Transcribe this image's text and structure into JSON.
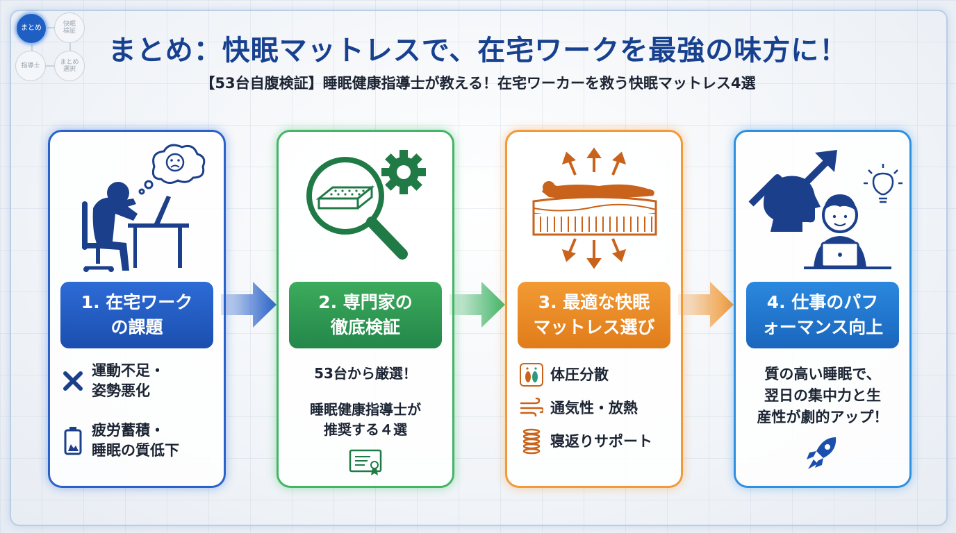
{
  "nav": {
    "items": [
      {
        "label": "まとめ",
        "active": true
      },
      {
        "label": "快眠\n検証",
        "active": false
      },
      {
        "label": "指導士",
        "active": false
      },
      {
        "label": "まとめ\n選択",
        "active": false
      }
    ]
  },
  "header": {
    "title": "まとめ：快眠マットレスで、在宅ワークを最強の味方に！",
    "subtitle": "【53台自腹検証】睡眠健康指導士が教える！在宅ワーカーを救う快眠マットレス4選"
  },
  "steps": [
    {
      "label_line1": "1. 在宅ワーク",
      "label_line2": "の課題",
      "color": "#2a62c9",
      "points": [
        {
          "icon": "x-icon",
          "line1": "運動不足・",
          "line2": "姿勢悪化"
        },
        {
          "icon": "low-battery-icon",
          "line1": "疲労蓄積・",
          "line2": "睡眠の質低下"
        }
      ]
    },
    {
      "label_line1": "2. 専門家の",
      "label_line2": "徹底検証",
      "color": "#43b468",
      "text1": "53台から厳選！",
      "text2_line1": "睡眠健康指導士が",
      "text2_line2": "推奨する４選",
      "icon": "certificate-icon"
    },
    {
      "label_line1": "3. 最適な快眠",
      "label_line2": "マットレス選び",
      "color": "#f09a3a",
      "points": [
        {
          "icon": "footprint-icon",
          "text": "体圧分散"
        },
        {
          "icon": "airflow-icon",
          "text": "通気性・放熱"
        },
        {
          "icon": "spring-icon",
          "text": "寝返りサポート"
        }
      ]
    },
    {
      "label_line1": "4. 仕事のパフ",
      "label_line2": "ォーマンス向上",
      "color": "#2f8fe0",
      "text_line1": "質の高い睡眠で、",
      "text_line2": "翌日の集中力と生",
      "text_line3": "産性が劇的アップ！",
      "icon": "rocket-icon"
    }
  ]
}
